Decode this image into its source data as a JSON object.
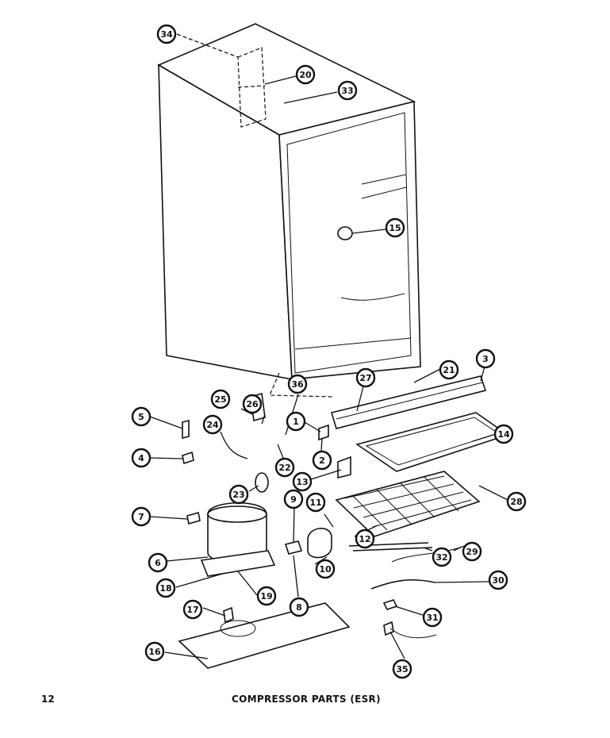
{
  "callouts": [
    "34",
    "20",
    "33",
    "15",
    "21",
    "3",
    "36",
    "27",
    "25",
    "26",
    "1",
    "5",
    "24",
    "14",
    "22",
    "2",
    "4",
    "13",
    "23",
    "28",
    "7",
    "9",
    "11",
    "12",
    "6",
    "8",
    "10",
    "32",
    "29",
    "30",
    "18",
    "19",
    "17",
    "31",
    "16",
    "35"
  ],
  "footer": {
    "page_number": "12",
    "caption": "COMPRESSOR PARTS (ESR)"
  },
  "colors": {
    "ink": "#111111",
    "paper": "#ffffff"
  }
}
